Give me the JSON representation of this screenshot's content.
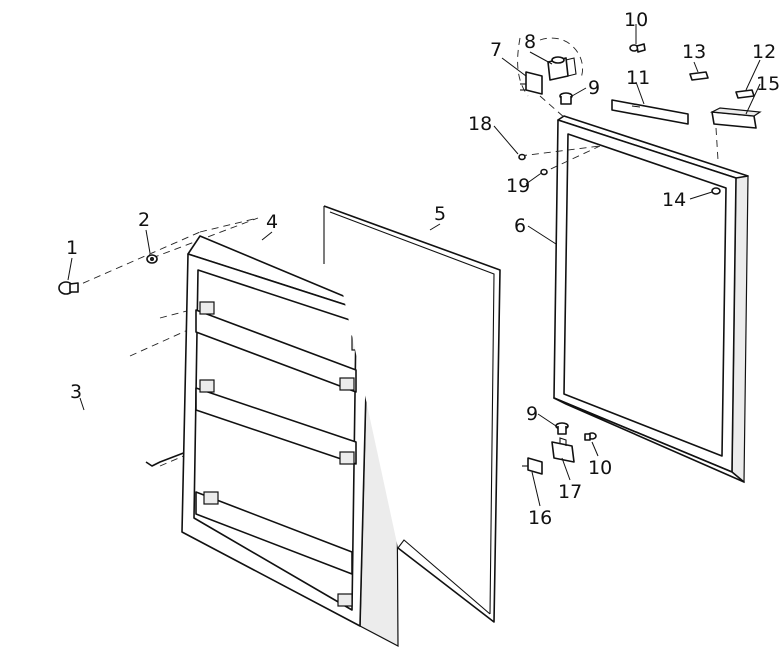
{
  "callouts": [
    {
      "id": "c1",
      "text": "1"
    },
    {
      "id": "c2",
      "text": "2"
    },
    {
      "id": "c3",
      "text": "3"
    },
    {
      "id": "c4",
      "text": "4"
    },
    {
      "id": "c5",
      "text": "5"
    },
    {
      "id": "c6",
      "text": "6"
    },
    {
      "id": "c7",
      "text": "7"
    },
    {
      "id": "c8",
      "text": "8"
    },
    {
      "id": "c9a",
      "text": "9"
    },
    {
      "id": "c9b",
      "text": "9"
    },
    {
      "id": "c10a",
      "text": "10"
    },
    {
      "id": "c10b",
      "text": "10"
    },
    {
      "id": "c11",
      "text": "11"
    },
    {
      "id": "c12",
      "text": "12"
    },
    {
      "id": "c13",
      "text": "13"
    },
    {
      "id": "c14",
      "text": "14"
    },
    {
      "id": "c15",
      "text": "15"
    },
    {
      "id": "c16",
      "text": "16"
    },
    {
      "id": "c17",
      "text": "17"
    },
    {
      "id": "c18",
      "text": "18"
    },
    {
      "id": "c19",
      "text": "19"
    }
  ]
}
